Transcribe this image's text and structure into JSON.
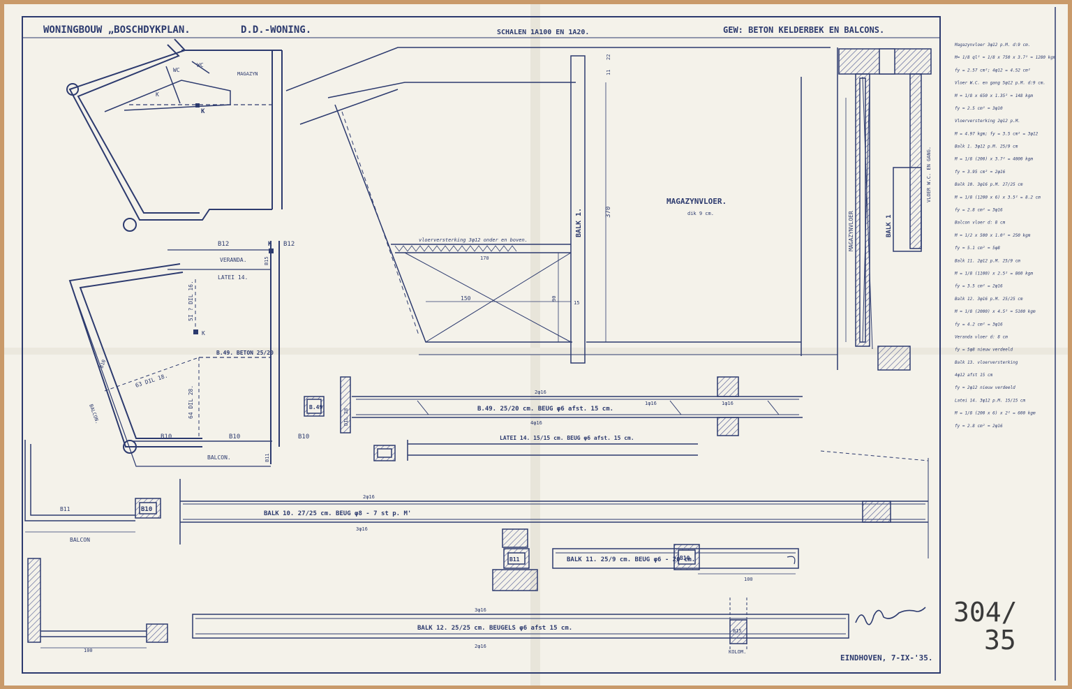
{
  "colors": {
    "table_wood": "#c99a6a",
    "paper": "#f4f2ea",
    "ink": "#2c3a6e",
    "pencil": "#3a3a3a",
    "hatch": "#4a5590"
  },
  "title_block": {
    "title_left": "WONINGBOUW „BOSCHDYKPLAN.",
    "title_type": "D.D.-WONING.",
    "scale": "SCHALEN 1A100 EN 1A20.",
    "title_right": "GEW: BETON KELDERBEK EN BALCONS."
  },
  "plan_upper": {
    "wc_1": "WC",
    "wc_2": "WC",
    "magazyn": "MAGAZYN",
    "k_1": "K",
    "k_2": "K"
  },
  "plan_lower": {
    "b12_left": "B12",
    "k_top": "K",
    "b12_right": "B12",
    "veranda": "VERANDA.",
    "b15": "B15",
    "latei": "LATEI 14.",
    "dil_16": "5I ? DIL 16.",
    "k_mid": "K",
    "b49_beton": "B.49. BETON 25/20",
    "b10_left": "B10",
    "dil_18": "63 DIL 18.",
    "balcon_side": "BALCON.",
    "dil_28": "64 DIL 28.",
    "b10_a": "B10",
    "b10_b": "B10",
    "b10_c": "B10",
    "balcon_bottom": "BALCON.",
    "b11": "B11"
  },
  "floor_slab": {
    "balk_1": "BALK 1.",
    "dim_370": "370",
    "dim_22": "22",
    "dim_11": "11",
    "magazynvloer": "MAGAZYNVLOER.",
    "magazynvloer_sub": "dik 9 cm.",
    "reinforcement_note": "vloerversterking 3φ12 onder en boven.",
    "dim_170": "170",
    "dim_150": "150",
    "dim_90": "90",
    "dim_15": "15"
  },
  "section_right": {
    "magazynvloer_v": "MAGAZYNVLOER",
    "balk_1_v": "BALK 1",
    "vloer_wc": "VLOER W.C. EN GANG."
  },
  "beams": {
    "b49_section_label": "B.49",
    "b49_dil": "DIL 28",
    "b49_beam": "B.49. 25/20 cm. BEUG φ6 afst. 15 cm.",
    "b49_top": "2φ16",
    "b49_bottom": "4φ16",
    "b49_bend_1": "1φ16",
    "b49_bend_2": "1φ16",
    "latei_label": "LATEI 14. 15/15 cm. BEUG φ6 afst. 15 cm.",
    "balk10_label": "BALK 10. 27/25 cm. BEUG φ8 - 7 st p. M'",
    "balk10_top": "2φ16",
    "balk10_bottom": "3φ16",
    "b10_section": "B10",
    "b11_section": "B11",
    "balcon_label": "BALCON",
    "b11_lower": "B11",
    "balk11_label": "BALK 11. 25/9 cm. BEUG φ6 - 20 cm.",
    "b10_mid": "B10",
    "dim_100": "100",
    "balk12_label": "BALK 12. 25/25 cm. BEUGELS φ6 afst 15 cm.",
    "balk12_top": "3φ16",
    "balk12_bottom": "2φ16",
    "b15_small": "B15",
    "kolom": "KOLOM.",
    "dim_100_b": "100"
  },
  "notes_column": [
    "Magazynvloer 3φ12 p.M. d:9 cm.",
    "M= 1/8 ql² = 1/8 x 750 x 3.7² = 1280 kgm",
    "fy = 2.57 cm²; 4φ12 = 4.52 cm²",
    "Vloer W.C. en gang 5φ12 p.M. d:9 cm.",
    "M = 1/8 x 650 x 1.35² = 148 kgm",
    "fy = 2.5 cm² = 3φ10",
    "Vloerversterking 2φ12 p.M.",
    "M = 4.97 kgm; fy = 3.5 cm² = 3φ12",
    "Balk 1. 3φ12 p.M. 25/9 cm",
    "M = 1/8 (200) x 3.7² = 4000 kgm",
    "fy = 3.95 cm² = 2φ16",
    "Balk 10. 3φ16 p.M. 27/25 cm",
    "M = 1/8 (1200 x 6) x 3.5² = 8.2 cm",
    "fy = 2.8 cm² = 3φ16",
    "Balcon vloer d: 8 cm",
    "M = 1/2 x 500 x 1.0² = 250 kgm",
    "fy = 5.1 cm² = 5φ8",
    "Balk 11. 2φ12 p.M. 25/9 cm",
    "M = 1/8 (1100) x 2.5² = 860 kgm",
    "fy = 3.5 cm² = 2φ16",
    "Balk 12. 3φ16 p.M. 25/25 cm",
    "M = 1/8 (2000) x 4.5² = 5100 kgm",
    "fy = 4.2 cm² = 3φ16",
    "Veranda vloer d: 8 cm",
    "fy = 5φ8 nieuw verdeeld",
    "Balk 13. vloerversterking",
    "4φ12 afst 15 cm",
    "fy = 2φ12 nieuw verdeeld",
    "Latei 14. 3φ12 p.M. 15/15 cm",
    "M = 1/8 (200 x 6) x 2² = 600 kgm",
    "fy = 2.8 cm² = 2φ16"
  ],
  "footer": {
    "place_date": "EINDHOVEN, 7-IX-'35.",
    "drawing_number_top": "304/",
    "drawing_number_bottom": "35"
  }
}
